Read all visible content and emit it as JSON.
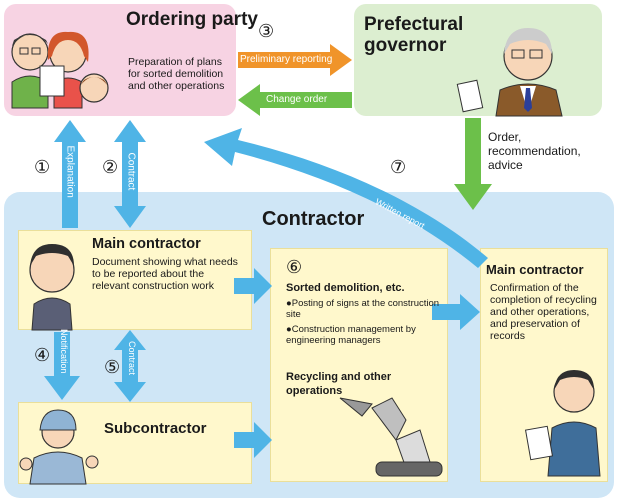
{
  "ordering_party": {
    "title": "Ordering party",
    "description": "Preparation of plans for sorted demolition and other operations"
  },
  "prefectural_governor": {
    "title": "Prefectural governor",
    "actions": "Order, recommendation, advice"
  },
  "steps": {
    "s1": "①",
    "s2": "②",
    "s3": "③",
    "s4": "④",
    "s5": "⑤",
    "s6": "⑥",
    "s7": "⑦"
  },
  "arrow_labels": {
    "preliminary_reporting": "Preliminary reporting",
    "change_order": "Change order",
    "explanation": "Explanation",
    "contract_top": "Contract",
    "notification": "Notification",
    "contract_bottom": "Contract",
    "written_report": "Written report"
  },
  "contractor": {
    "title": "Contractor"
  },
  "main_contractor_left": {
    "title": "Main contractor",
    "description": "Document showing what needs to be reported about the relevant construction work"
  },
  "center": {
    "title": "Sorted demolition, etc.",
    "bullet1": "Posting of signs at the construction site",
    "bullet2": "Construction management by engineering managers",
    "recycling": "Recycling and other operations"
  },
  "main_contractor_right": {
    "title": "Main contractor",
    "description": "Confirmation of the completion of recycling and other operations, and preservation of records"
  },
  "subcontractor": {
    "title": "Subcontractor"
  },
  "colors": {
    "arrow_blue": "#4fb4e6",
    "arrow_orange": "#f0942a",
    "arrow_green": "#6cc04a",
    "pink_bg": "#f7d3e3",
    "green_bg": "#dceed0",
    "contractor_bg": "#cfe6f6",
    "yellow_bg": "#fff8cc"
  }
}
